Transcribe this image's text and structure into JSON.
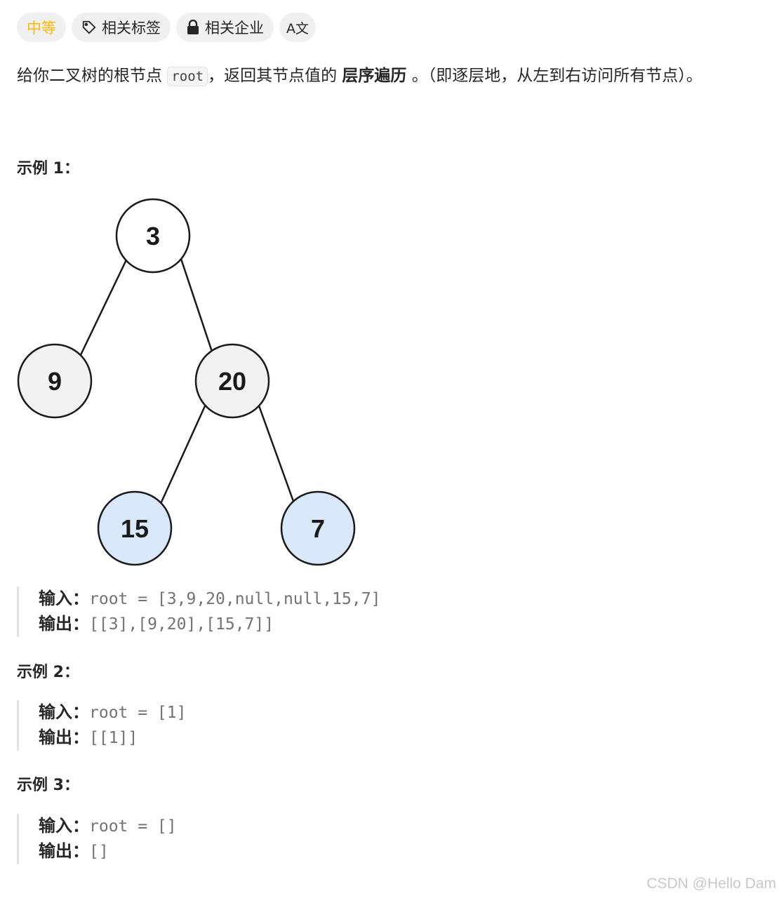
{
  "tags": {
    "difficulty": "中等",
    "related_tags": "相关标签",
    "related_companies": "相关企业",
    "translate_icon_text": "A文"
  },
  "description": {
    "part1": "给你二叉树的根节点",
    "code": "root",
    "part2": "，返回其节点值的",
    "bold": "层序遍历",
    "part3": "。（即逐层地，从左到右访问所有节点）。"
  },
  "examples": [
    {
      "title": "示例 1：",
      "input_label": "输入：",
      "input_value": "root = [3,9,20,null,null,15,7]",
      "output_label": "输出：",
      "output_value": "[[3],[9,20],[15,7]]"
    },
    {
      "title": "示例 2：",
      "input_label": "输入：",
      "input_value": "root = [1]",
      "output_label": "输出：",
      "output_value": "[[1]]"
    },
    {
      "title": "示例 3：",
      "input_label": "输入：",
      "input_value": "root = []",
      "output_label": "输出：",
      "output_value": "[]"
    }
  ],
  "tree": {
    "nodes": [
      "3",
      "9",
      "20",
      "15",
      "7"
    ],
    "colors": {
      "white": "#ffffff",
      "gray": "#f2f2f2",
      "blue": "#dae8fc",
      "stroke": "#1a1a1a"
    }
  },
  "watermark": "CSDN @Hello Dam"
}
